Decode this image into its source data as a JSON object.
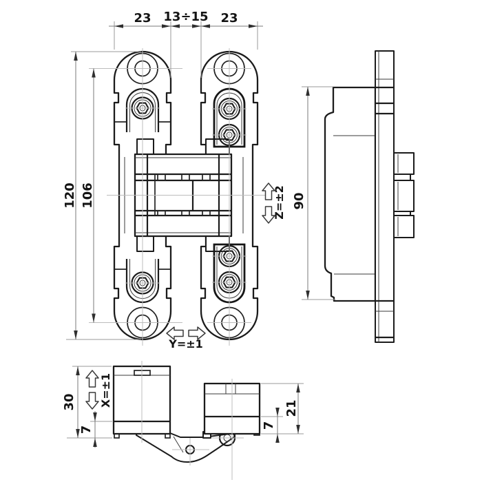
{
  "colors": {
    "object_line": "#1b1b1b",
    "dimension_line": "#7a7a7a",
    "centerline": "#bcbcbc",
    "text": "#141414",
    "background": "#ffffff"
  },
  "dims": {
    "front": {
      "w_left": "23",
      "w_gap": "13÷15",
      "w_right": "23",
      "h_total": "120",
      "h_holes": "106",
      "adj_z": "Z=±2",
      "adj_y": "Y=±1"
    },
    "side": {
      "h_body": "90"
    },
    "bottom": {
      "d_total": "30",
      "d_plate_left": "7",
      "adj_x": "X=±1",
      "d_plate_right": "7",
      "d_body": "21"
    }
  }
}
